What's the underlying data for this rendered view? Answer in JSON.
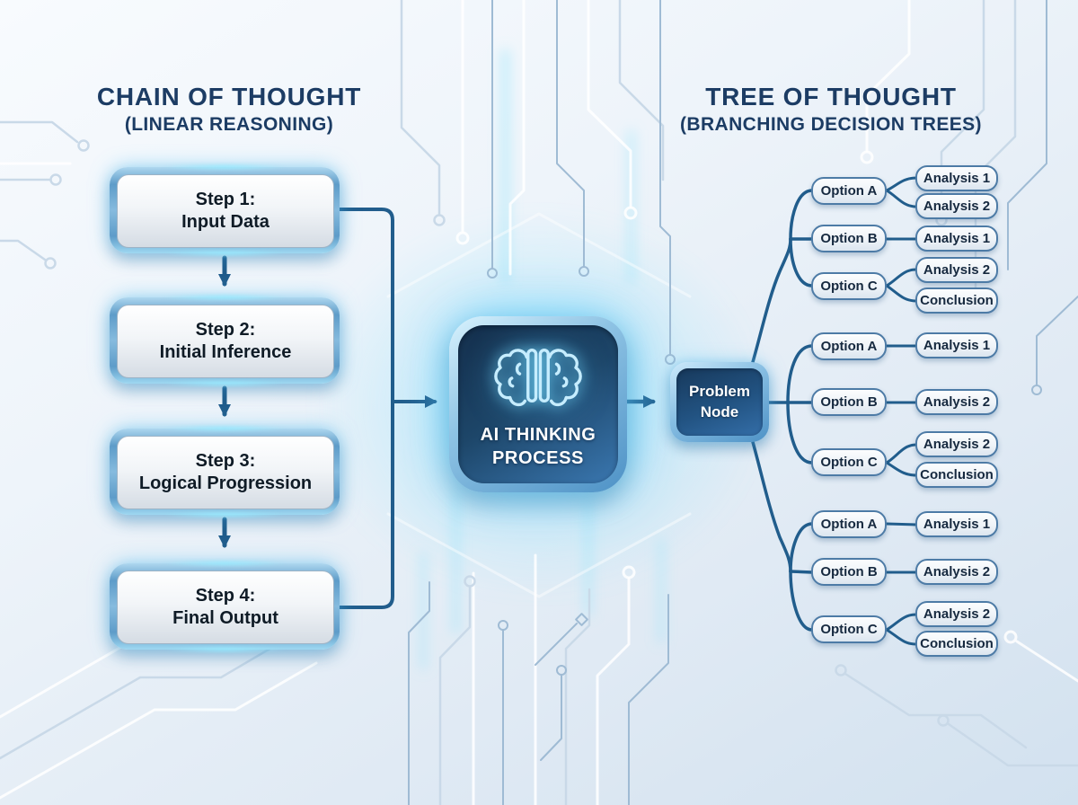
{
  "left_panel": {
    "title": "CHAIN OF THOUGHT",
    "subtitle": "(LINEAR REASONING)",
    "steps": [
      {
        "line1": "Step 1:",
        "line2": "Input Data"
      },
      {
        "line1": "Step 2:",
        "line2": "Initial Inference"
      },
      {
        "line1": "Step 3:",
        "line2": "Logical Progression"
      },
      {
        "line1": "Step 4:",
        "line2": "Final Output"
      }
    ]
  },
  "center": {
    "icon": "brain-icon",
    "label": "AI THINKING PROCESS"
  },
  "right_panel": {
    "title": "TREE OF THOUGHT",
    "subtitle": "(BRANCHING DECISION TREES)",
    "problem_node": "Problem Node",
    "groups": [
      {
        "options": [
          {
            "label": "Option A",
            "children": [
              "Analysis 1",
              "Analysis 2"
            ]
          },
          {
            "label": "Option B",
            "children": [
              "Analysis 1"
            ]
          },
          {
            "label": "Option C",
            "children": [
              "Analysis 2",
              "Conclusion"
            ]
          }
        ]
      },
      {
        "options": [
          {
            "label": "Option A",
            "children": [
              "Analysis 1"
            ]
          },
          {
            "label": "Option B",
            "children": [
              "Analysis 2"
            ]
          },
          {
            "label": "Option C",
            "children": [
              "Analysis 2",
              "Conclusion"
            ]
          }
        ]
      },
      {
        "options": [
          {
            "label": "Option A",
            "children": [
              "Analysis 1"
            ]
          },
          {
            "label": "Option B",
            "children": [
              "Analysis 2"
            ]
          },
          {
            "label": "Option C",
            "children": [
              "Analysis 2",
              "Conclusion"
            ]
          }
        ]
      }
    ]
  },
  "colors": {
    "title_navy": "#1c3c64",
    "connector_blue": "#215d8c",
    "accent_cyan": "#5fd2f6",
    "node_dark_blue": "#1d4669",
    "pill_border": "#4d7ba6",
    "step_text": "#0f1b26"
  }
}
